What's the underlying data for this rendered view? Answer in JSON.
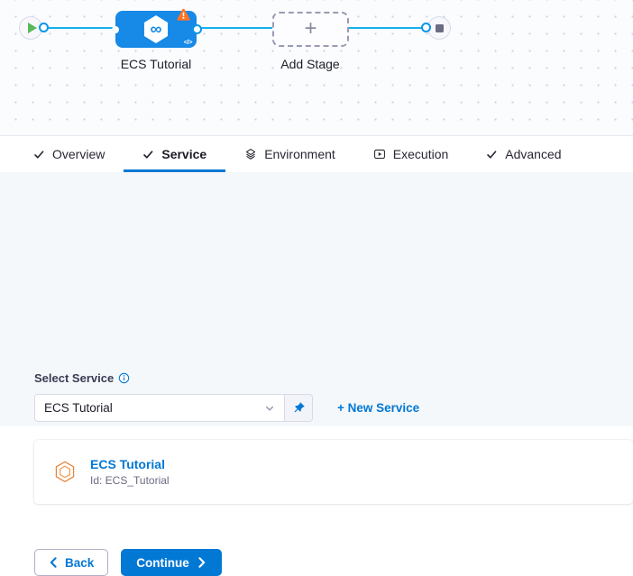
{
  "canvas": {
    "stage": {
      "label": "ECS Tutorial",
      "code_glyph": "</>",
      "icon_glyph": "∞"
    },
    "add_stage": {
      "label": "Add Stage",
      "plus_glyph": "+"
    }
  },
  "tabs": {
    "items": [
      {
        "label": "Overview",
        "icon": "check-icon",
        "active": false
      },
      {
        "label": "Service",
        "icon": "check-icon",
        "active": true
      },
      {
        "label": "Environment",
        "icon": "environment-layers-icon",
        "active": false
      },
      {
        "label": "Execution",
        "icon": "execution-play-icon",
        "active": false
      },
      {
        "label": "Advanced",
        "icon": "check-icon",
        "active": false
      }
    ]
  },
  "service_panel": {
    "select_label": "Select Service",
    "select_value": "ECS Tutorial",
    "new_service_link": "+ New Service",
    "service_card": {
      "title": "ECS Tutorial",
      "identifier": "Id: ECS_Tutorial"
    }
  },
  "footer": {
    "back_label": "Back",
    "continue_label": "Continue"
  },
  "colors": {
    "accent_blue": "#0278d5",
    "node_blue": "#1789e6",
    "connector_blue": "#14aff1",
    "warning_orange": "#ff7426",
    "success_green": "#57b85c"
  }
}
